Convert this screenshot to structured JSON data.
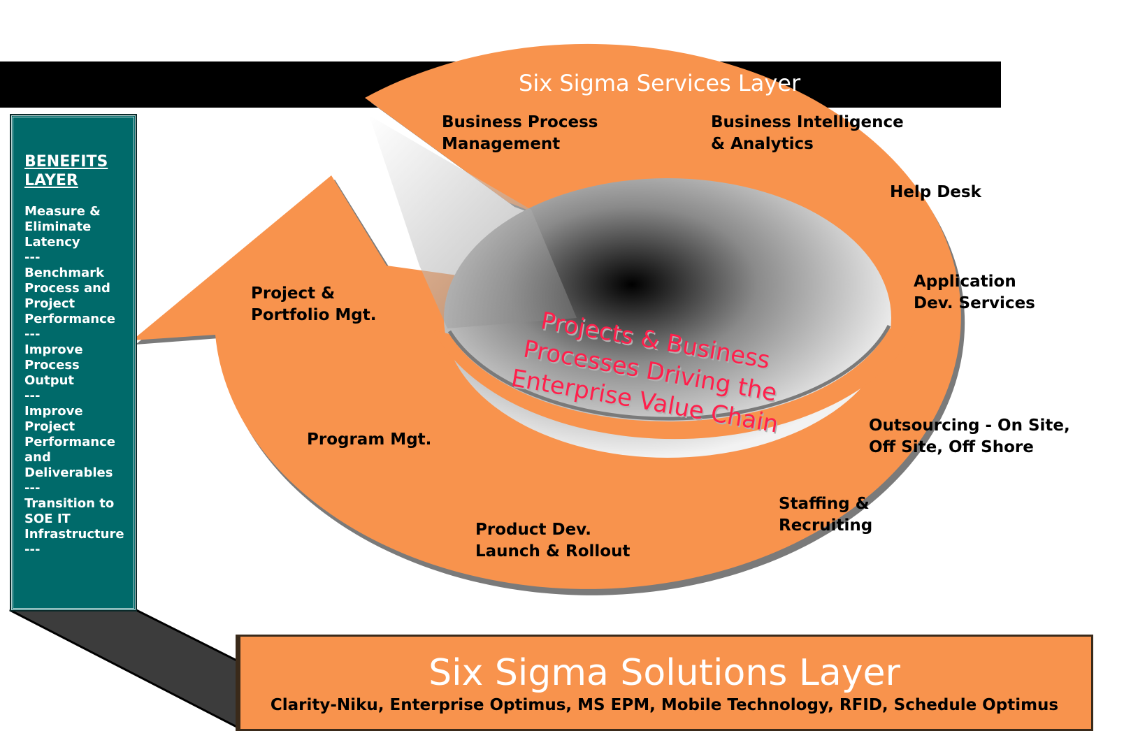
{
  "services_layer": {
    "title": "Six Sigma Services Layer",
    "services": [
      "Business Process\nManagement",
      "Business Intelligence\n& Analytics",
      "Help Desk",
      "Application\nDev. Services",
      "Outsourcing - On Site,\nOff Site, Off Shore",
      "Staffing &\nRecruiting",
      "Product Dev.\nLaunch & Rollout",
      "Program Mgt.",
      "Project &\nPortfolio Mgt."
    ]
  },
  "center_text": "Projects & Business\nProcesses Driving the\nEnterprise Value Chain",
  "benefits_layer": {
    "title": "BENEFITS\nLAYER",
    "items": [
      "Measure &\nEliminate\nLatency",
      "Benchmark\nProcess and\nProject\nPerformance",
      "Improve\nProcess\nOutput",
      "Improve\nProject\nPerformance\nand\nDeliverables",
      "Transition to\nSOE IT\nInfrastructure"
    ],
    "separator": "---"
  },
  "solutions_layer": {
    "title": "Six Sigma Solutions Layer",
    "products": "Clarity-Niku, Enterprise Optimus, MS EPM, Mobile Technology, RFID, Schedule Optimus"
  },
  "colors": {
    "orange": "#f8934d",
    "teal": "#006a6a",
    "center_text": "#ff1f4b",
    "banner": "#000000"
  }
}
